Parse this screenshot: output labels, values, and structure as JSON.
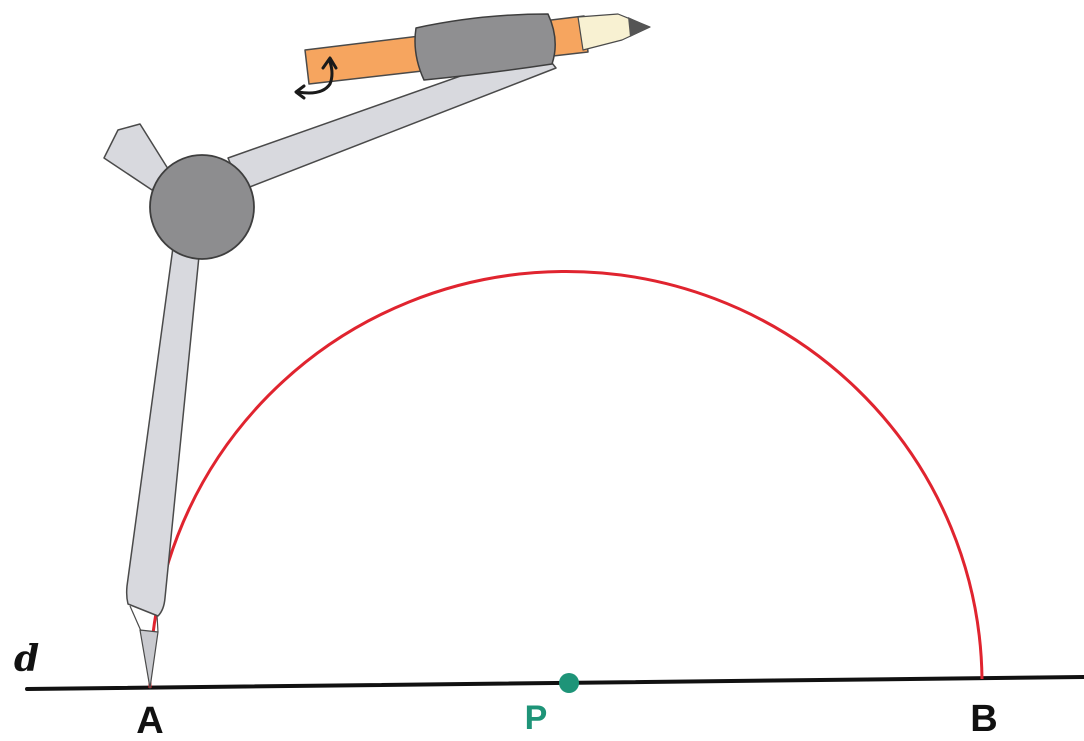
{
  "diagram": {
    "line_label": "d",
    "point_labels": {
      "a": "A",
      "p": "P",
      "b": "B"
    },
    "colors": {
      "line": "#111111",
      "arc": "#e0242f",
      "point_p": "#1e9478",
      "compass_metal": "#d8d9de",
      "compass_outline": "#4a4a4a",
      "compass_hinge": "#8d8d8f",
      "pencil_body": "#f6a55f",
      "pencil_grip": "#8f8f91",
      "pencil_tip_wood": "#f8f1d2",
      "pencil_lead": "#555555"
    },
    "icons": [
      "compass-icon",
      "pencil-icon",
      "rotate-arrow-icon"
    ]
  }
}
